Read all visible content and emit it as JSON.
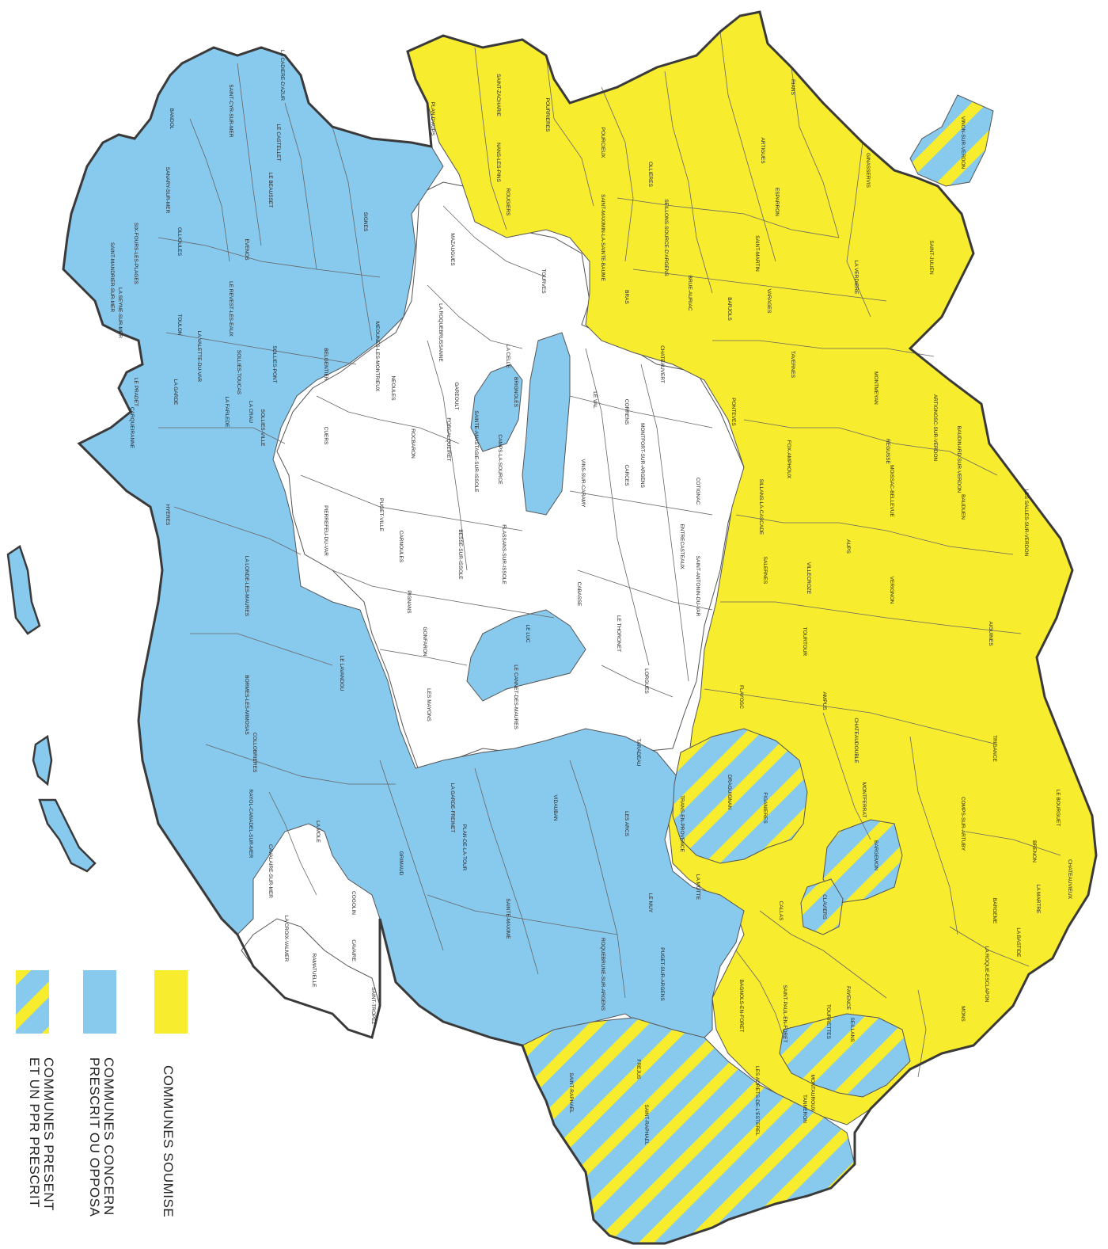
{
  "colors": {
    "yellow": "#f7ec2d",
    "blue": "#88c9ee",
    "white": "#ffffff",
    "border": "#555555",
    "outer_border": "#3a3a3a"
  },
  "legend": [
    {
      "style": "yellow",
      "text": "COMMUNES SOUMISE"
    },
    {
      "style": "blue",
      "text": "COMMUNES CONCERN",
      "text2": "PRESCRIT OU OPPOSA"
    },
    {
      "style": "striped",
      "text": "COMMUNES PRESENT",
      "text2": "ET UN PPR PRESCRIT"
    }
  ],
  "communes": [
    {
      "name": "SAINT-ZACHARIE",
      "style": "yellow"
    },
    {
      "name": "PLAN-D'AUPS",
      "style": "yellow"
    },
    {
      "name": "NANS-LES-PINS",
      "style": "yellow"
    },
    {
      "name": "POURRIERES",
      "style": "yellow"
    },
    {
      "name": "POURCIEUX",
      "style": "yellow"
    },
    {
      "name": "SAINT-MAXIMIN-LA-SAINTE-BAUME",
      "style": "yellow"
    },
    {
      "name": "OLLIERES",
      "style": "yellow"
    },
    {
      "name": "ROUGIERS",
      "style": "yellow"
    },
    {
      "name": "SEILLONS-SOURCE-D'ARGENS",
      "style": "yellow"
    },
    {
      "name": "RIANS",
      "style": "yellow"
    },
    {
      "name": "ARTIGUES",
      "style": "yellow"
    },
    {
      "name": "ESPARRON",
      "style": "yellow"
    },
    {
      "name": "SAINT-MARTIN",
      "style": "yellow"
    },
    {
      "name": "GINASSERVIS",
      "style": "yellow"
    },
    {
      "name": "LA VERDIERE",
      "style": "yellow"
    },
    {
      "name": "SAINT-JULIEN",
      "style": "yellow"
    },
    {
      "name": "VARAGES",
      "style": "yellow"
    },
    {
      "name": "BRUE-AURIAC",
      "style": "yellow"
    },
    {
      "name": "BARJOLS",
      "style": "yellow"
    },
    {
      "name": "BRAS",
      "style": "yellow"
    },
    {
      "name": "CHATEAUVERT",
      "style": "yellow"
    },
    {
      "name": "TAVERNES",
      "style": "yellow"
    },
    {
      "name": "MONTMEYAN",
      "style": "yellow"
    },
    {
      "name": "ARTIGNOSC-SUR-VERDON",
      "style": "yellow"
    },
    {
      "name": "BAUDINARD-SUR-VERDON",
      "style": "yellow"
    },
    {
      "name": "REGUSSE",
      "style": "yellow"
    },
    {
      "name": "MOISSAC-BELLEVUE",
      "style": "yellow"
    },
    {
      "name": "PONTEVES",
      "style": "yellow"
    },
    {
      "name": "FOX-AMPHOUX",
      "style": "yellow"
    },
    {
      "name": "SILLANS-LA-CASCADE",
      "style": "yellow"
    },
    {
      "name": "AUPS",
      "style": "yellow"
    },
    {
      "name": "BAUDUEN",
      "style": "yellow"
    },
    {
      "name": "LES SALLES-SUR-VERDON",
      "style": "yellow"
    },
    {
      "name": "SALERNES",
      "style": "yellow"
    },
    {
      "name": "VILLECROZE",
      "style": "yellow"
    },
    {
      "name": "VERIGNON",
      "style": "yellow"
    },
    {
      "name": "TOURTOUR",
      "style": "yellow"
    },
    {
      "name": "AIGUINES",
      "style": "yellow"
    },
    {
      "name": "FLAYOSC",
      "style": "yellow"
    },
    {
      "name": "AMPUS",
      "style": "yellow"
    },
    {
      "name": "CHATEAUDOUBLE",
      "style": "yellow"
    },
    {
      "name": "TRIGANCE",
      "style": "yellow"
    },
    {
      "name": "COMPS-SUR-ARTUBY",
      "style": "yellow"
    },
    {
      "name": "LE BOURGUET",
      "style": "yellow"
    },
    {
      "name": "BRENON",
      "style": "yellow"
    },
    {
      "name": "MONTFERRAT",
      "style": "yellow"
    },
    {
      "name": "CHATEAUVIEUX",
      "style": "yellow"
    },
    {
      "name": "LA MARTRE",
      "style": "yellow"
    },
    {
      "name": "BARGEME",
      "style": "yellow"
    },
    {
      "name": "LA BASTIDE",
      "style": "yellow"
    },
    {
      "name": "LA ROQUE-ESCLAPON",
      "style": "yellow"
    },
    {
      "name": "CALLAS",
      "style": "yellow"
    },
    {
      "name": "LA MOTTE",
      "style": "yellow"
    },
    {
      "name": "MONS",
      "style": "yellow"
    },
    {
      "name": "FAYENCE",
      "style": "yellow"
    },
    {
      "name": "SEILLANS",
      "style": "yellow"
    },
    {
      "name": "SAINT-PAUL-EN-FORET",
      "style": "yellow"
    },
    {
      "name": "BAGNOLS-EN-FORET",
      "style": "yellow"
    },
    {
      "name": "MONTAUROUX",
      "style": "yellow"
    },
    {
      "name": "CORRENS",
      "style": "white"
    },
    {
      "name": "COTIGNAC",
      "style": "white"
    },
    {
      "name": "ENTRECASTEAUX",
      "style": "white"
    },
    {
      "name": "SAINT-ANTONIN-DU-VAR",
      "style": "white"
    },
    {
      "name": "LE VAL",
      "style": "white"
    },
    {
      "name": "MONTFORT-SUR-ARGENS",
      "style": "white"
    },
    {
      "name": "CARCES",
      "style": "white"
    },
    {
      "name": "VINS-SUR-CARAMY",
      "style": "white"
    },
    {
      "name": "TOURVES",
      "style": "white"
    },
    {
      "name": "MAZAUGUES",
      "style": "white"
    },
    {
      "name": "LA ROQUEBRUSSANNE",
      "style": "white"
    },
    {
      "name": "LA CELLE",
      "style": "white"
    },
    {
      "name": "GAREOULT",
      "style": "white"
    },
    {
      "name": "NEOULES",
      "style": "white"
    },
    {
      "name": "ROCBARON",
      "style": "white"
    },
    {
      "name": "FORCALQUEIRET",
      "style": "white"
    },
    {
      "name": "SAINTE-ANASTASIE-SUR-ISSOLE",
      "style": "white"
    },
    {
      "name": "CAMPS-LA-SOURCE",
      "style": "white"
    },
    {
      "name": "CUERS",
      "style": "white"
    },
    {
      "name": "PUGET-VILLE",
      "style": "white"
    },
    {
      "name": "PIERREFEU-DU-VAR",
      "style": "white"
    },
    {
      "name": "CARNOULES",
      "style": "white"
    },
    {
      "name": "BESSE-SUR-ISSOLE",
      "style": "white"
    },
    {
      "name": "FLASSANS-SUR-ISSOLE",
      "style": "white"
    },
    {
      "name": "CABASSE",
      "style": "white"
    },
    {
      "name": "LE THORONET",
      "style": "white"
    },
    {
      "name": "PIGNANS",
      "style": "white"
    },
    {
      "name": "GONFARON",
      "style": "white"
    },
    {
      "name": "LES MAYONS",
      "style": "white"
    },
    {
      "name": "LORGUES",
      "style": "white"
    },
    {
      "name": "LES ARCS",
      "style": "white"
    },
    {
      "name": "LE REVEST-LES-EAUX",
      "style": "white"
    },
    {
      "name": "RAMATUELLE",
      "style": "white"
    },
    {
      "name": "SAINT-TROPEZ",
      "style": "white"
    },
    {
      "name": "LA CROIX-VALMER",
      "style": "white"
    },
    {
      "name": "LA CADIERE-D'AZUR",
      "style": "blue"
    },
    {
      "name": "SAINT-CYR-SUR-MER",
      "style": "blue"
    },
    {
      "name": "BANDOL",
      "style": "blue"
    },
    {
      "name": "LE CASTELLET",
      "style": "blue"
    },
    {
      "name": "LE BEAUSSET",
      "style": "blue"
    },
    {
      "name": "SANARY-SUR-MER",
      "style": "blue"
    },
    {
      "name": "OLLIOULES",
      "style": "blue"
    },
    {
      "name": "EVENOS",
      "style": "blue"
    },
    {
      "name": "SIGNES",
      "style": "blue"
    },
    {
      "name": "SIX-FOURS-LES-PLAGES",
      "style": "blue"
    },
    {
      "name": "LA SEYNE-SUR-MER",
      "style": "blue"
    },
    {
      "name": "SAINT-MANDRIER-SUR-MER",
      "style": "blue"
    },
    {
      "name": "TOULON",
      "style": "blue"
    },
    {
      "name": "LA VALETTE-DU-VAR",
      "style": "blue"
    },
    {
      "name": "LA GARDE",
      "style": "blue"
    },
    {
      "name": "LE PRADET",
      "style": "blue"
    },
    {
      "name": "CARQUEIRANNE",
      "style": "blue"
    },
    {
      "name": "LA FARLEDE",
      "style": "blue"
    },
    {
      "name": "LA CRAU",
      "style": "blue"
    },
    {
      "name": "SOLLIES-TOUCAS",
      "style": "blue"
    },
    {
      "name": "SOLLIES-VILLE",
      "style": "blue"
    },
    {
      "name": "SOLLIES-PONT",
      "style": "blue"
    },
    {
      "name": "BELGENTIER",
      "style": "blue"
    },
    {
      "name": "MEOUNES-LES-MONTRIEUX",
      "style": "blue"
    },
    {
      "name": "BRIGNOLES",
      "style": "blue"
    },
    {
      "name": "HYERES",
      "style": "blue"
    },
    {
      "name": "LA LONDE-LES-MAURES",
      "style": "blue"
    },
    {
      "name": "BORMES-LES-MIMOSAS",
      "style": "blue"
    },
    {
      "name": "LE LAVANDOU",
      "style": "blue"
    },
    {
      "name": "COLLOBRIERES",
      "style": "blue"
    },
    {
      "name": "RAYOL-CANADEL-SUR-MER",
      "style": "blue"
    },
    {
      "name": "CAVALAIRE-SUR-MER",
      "style": "blue"
    },
    {
      "name": "LA MOLE",
      "style": "blue"
    },
    {
      "name": "COGOLIN",
      "style": "blue"
    },
    {
      "name": "CAVAIRE",
      "style": "blue"
    },
    {
      "name": "GRIMAUD",
      "style": "blue"
    },
    {
      "name": "PLAN-DE-LA-TOUR",
      "style": "blue"
    },
    {
      "name": "SAINTE-MAXIME",
      "style": "blue"
    },
    {
      "name": "LA GARDE-FREINET",
      "style": "blue"
    },
    {
      "name": "VIDAUBAN",
      "style": "blue"
    },
    {
      "name": "LE LUC",
      "style": "blue"
    },
    {
      "name": "LE CANNET-DES-MAURES",
      "style": "blue"
    },
    {
      "name": "TARADEAU",
      "style": "blue"
    },
    {
      "name": "LE MUY",
      "style": "blue"
    },
    {
      "name": "ROQUEBRUNE-SUR-ARGENS",
      "style": "blue"
    },
    {
      "name": "PUGET-SUR-ARGENS",
      "style": "blue"
    },
    {
      "name": "VINON-SUR-VERDON",
      "style": "striped"
    },
    {
      "name": "DRAGUIGNAN",
      "style": "striped"
    },
    {
      "name": "FIGANIERES",
      "style": "striped"
    },
    {
      "name": "TRANS-EN-PROVENCE",
      "style": "striped"
    },
    {
      "name": "BARGEMON",
      "style": "striped"
    },
    {
      "name": "CLAVIERS",
      "style": "striped"
    },
    {
      "name": "FREJUS",
      "style": "striped"
    },
    {
      "name": "SAINT-RAPHAEL",
      "style": "striped"
    },
    {
      "name": "LES ADRETS-DE-L'ESTEREL",
      "style": "striped"
    },
    {
      "name": "TANNERON",
      "style": "striped"
    },
    {
      "name": "TOURRETTES",
      "style": "striped"
    },
    {
      "name": "SAINT-RAPHAEL",
      "style": "white"
    }
  ]
}
